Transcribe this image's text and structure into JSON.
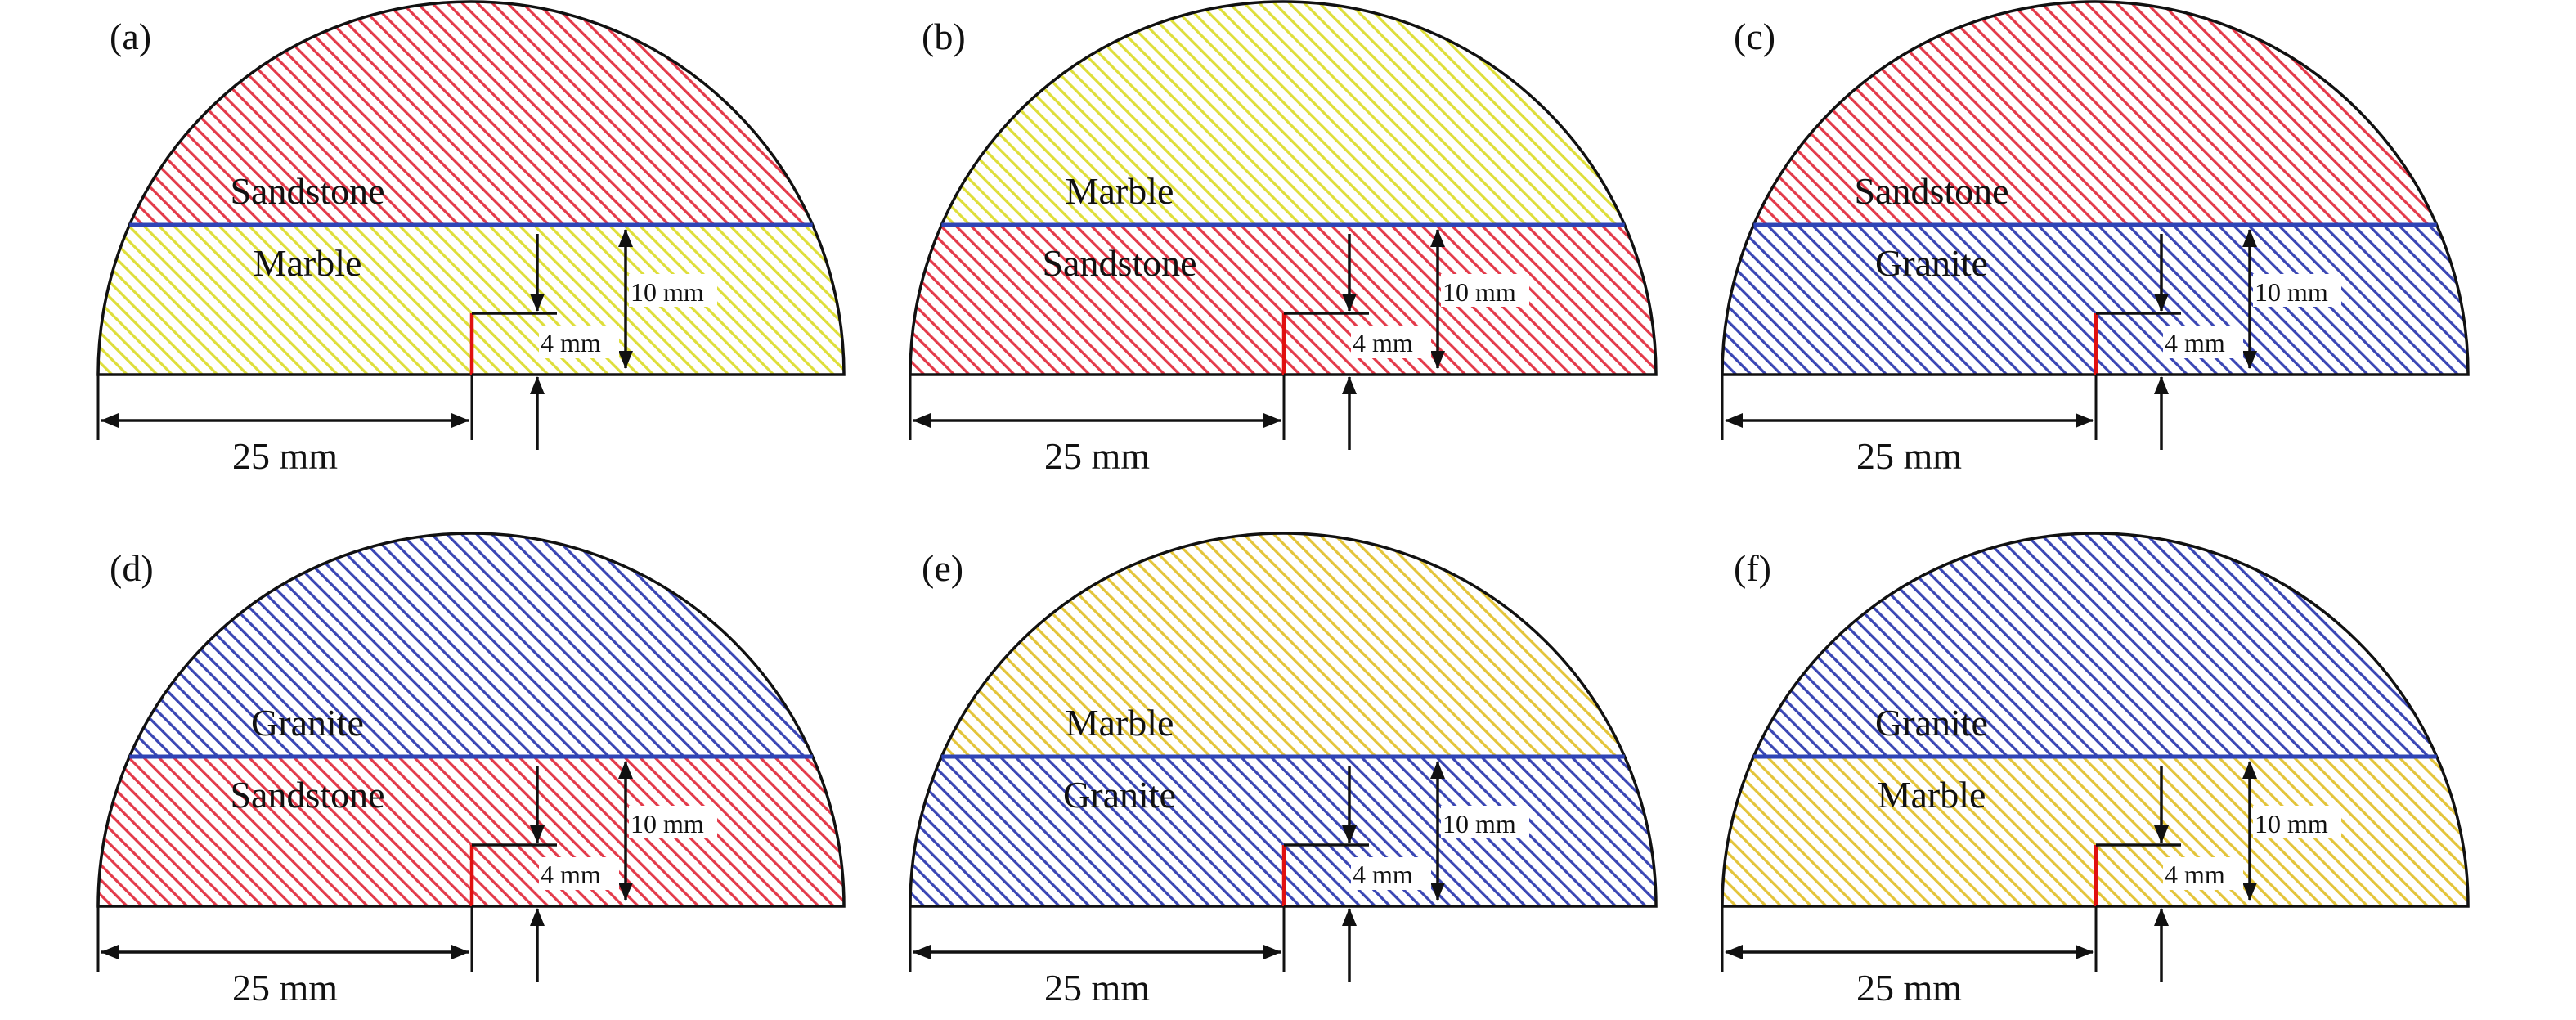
{
  "colors": {
    "Sandstone": "#e33a4a",
    "Marble": "#dede3a",
    "Granite": "#3a46b4",
    "Marble_e_f": "#e3c43a",
    "interface": "#2f44b5",
    "notch": "#e01010"
  },
  "dimensions": {
    "crack_length": "25 mm",
    "tip_offset": "4 mm",
    "interface_height": "10 mm"
  },
  "panels": [
    {
      "id": "a",
      "label": "(a)",
      "top_layer": "Sandstone",
      "bottom_layer": "Marble",
      "top_color": "#e33a4a",
      "bottom_color": "#dede3a"
    },
    {
      "id": "b",
      "label": "(b)",
      "top_layer": "Marble",
      "bottom_layer": "Sandstone",
      "top_color": "#dede3a",
      "bottom_color": "#e33a4a"
    },
    {
      "id": "c",
      "label": "(c)",
      "top_layer": "Sandstone",
      "bottom_layer": "Granite",
      "top_color": "#e33a4a",
      "bottom_color": "#3a46b4"
    },
    {
      "id": "d",
      "label": "(d)",
      "top_layer": "Granite",
      "bottom_layer": "Sandstone",
      "top_color": "#3a46b4",
      "bottom_color": "#e33a4a"
    },
    {
      "id": "e",
      "label": "(e)",
      "top_layer": "Marble",
      "bottom_layer": "Granite",
      "top_color": "#e3c43a",
      "bottom_color": "#3a46b4"
    },
    {
      "id": "f",
      "label": "(f)",
      "top_layer": "Granite",
      "bottom_layer": "Marble",
      "top_color": "#3a46b4",
      "bottom_color": "#e3c43a"
    }
  ]
}
